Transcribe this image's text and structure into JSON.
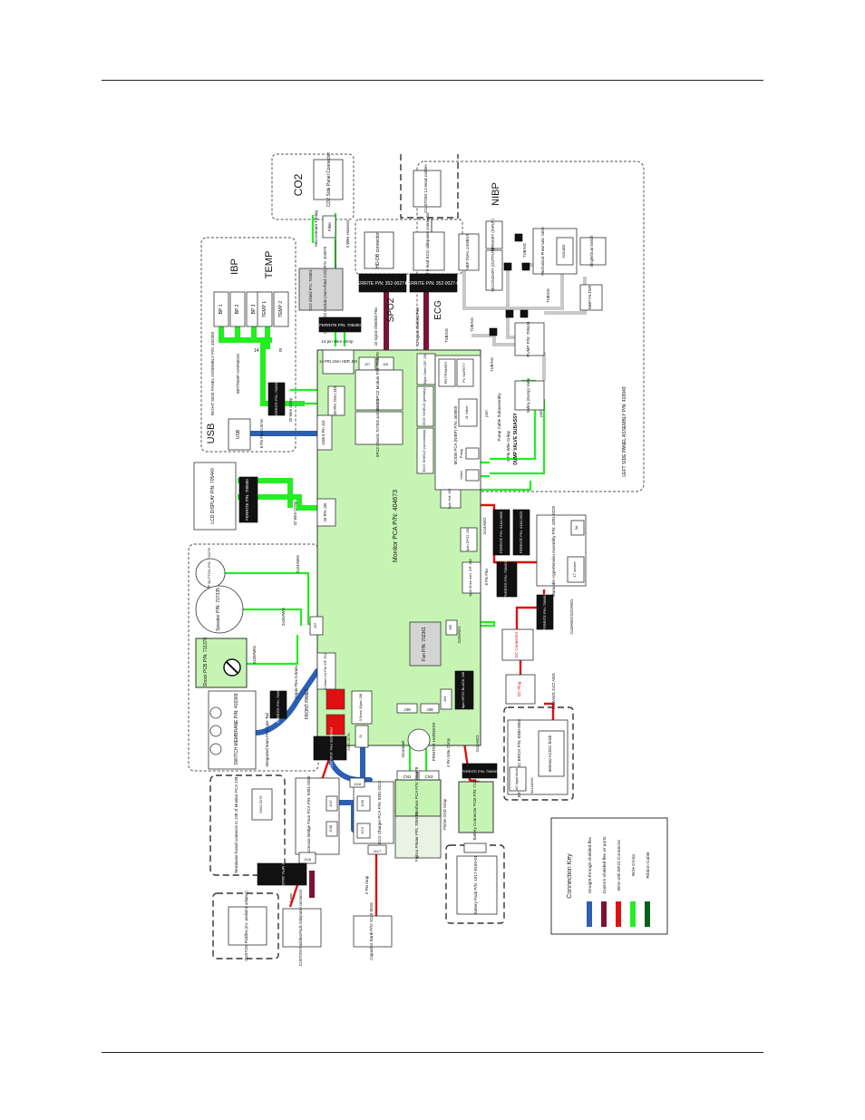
{
  "sections": {
    "co2": "CO2",
    "nibp": "NIBP",
    "ibp": "IBP",
    "temp": "TEMP",
    "usb": "USB",
    "spo2": "SPO2",
    "ecg": "ECG",
    "right_panel": "RIGHT SIDE PANEL ASSEMBLY P/N: 402359",
    "left_panel": "LEFT SIDE PANEL ASSEMBLY P/N: 403949",
    "front_panel": "FRONT PANEL"
  },
  "blocks": {
    "co2_side_panel": "CO2 Side Panel Connector",
    "microstream": "Microstream Tubing",
    "filter": "Filter",
    "oridion": "Oridion CO2 module (mem-fitted CO2) P/N: 403876",
    "co2_shield": "CO2 Shield P/N: 700801",
    "custom_12lead": "CUSTOM 12-lead cables",
    "custom_5lead": "CUSTOM 5-lead ECG sidepanel connector",
    "hd_db": "HD-DB connector",
    "nibp_dual": "NIBP DUAL LUMENS",
    "secondary": "SECONDARY (OUTPUT)",
    "primary": "PRIMARY (INPUT)",
    "mech_valve": "Mechanical Pneumatic Valve",
    "actuator": "Actuator",
    "single_dual": "Single/Dual Switch",
    "nibp_filter": "NIBP FILTER",
    "pump": "PUMP P/N: 709434",
    "safety_valve": "Safety (Dump) Valve",
    "bp1": "BP 1",
    "bp2": "BP 2",
    "bp3": "BP 3",
    "temp1": "TEMP 1",
    "temp2": "TEMP 2",
    "usb_block": "USB",
    "lcd": "LCD DISPLAY P/N: 705440",
    "onoff": "ON/OFF BUTTON P/N: 711076",
    "speaker": "Speaker P/N: 707335",
    "shock_pcb": "Shock PCB P/N: 711379",
    "switch_membrane": "SWITCH MEMBRANE P/N: 402369",
    "monitor_pca": "Monitor PCA P/N: 404673",
    "masimo": "Masimo MX-3 SPO2 Module P/N: 704870",
    "spo2_shields": "SPO2 Shields 707355 and 710002",
    "modb_pca": "MODB PCA (NIBP) P/N: 403859",
    "ecg_shield_p": "ECG SHIELD (primary)",
    "ecg_shield_s": "ECG SHIELD (secondary)",
    "pr_primary": "PR PRIMARY",
    "p1_safety": "P1 SAFETY",
    "fan": "Fan P/N: 702361",
    "marauder": "Marauder Hypertension Assembly P/N: 4301-0225",
    "socket17": "17 socket",
    "socket3a": "3A",
    "dc_connector": "DC Connector",
    "dc_plug": "DC Plug",
    "external_acdc": "EXTERNAL AC/DC BRICK P/N: 8300-0004",
    "internal_acdc": "Internal AC/DC brick",
    "ac_input": "AC input block",
    "processor_bridge": "Processor Bridge Face PCA P/N: 9301-0250",
    "ecg_charger": "ECG Charger PCA P/N: 9301-0212",
    "fujitsu_interface": "Fujitsu Interface PCA P/N: 705878",
    "fujitsu_printer": "Fujitsu Printer P/N: 705875",
    "printer_harness": "PRINTER HARNESS",
    "grommet": "Grommet",
    "battery_connector": "Battery Connector PCB P/N: 712234",
    "battery_pack": "Battery Pack P/N: 1017-0150-01",
    "capacitor_bank": "Capacitor Bank P/N: 9125-0016",
    "custom_paddles_sidepanel": "CUSTOM Paddles/Pads Sidepanel connector",
    "custom_paddles": "CUSTOM Paddles (inc. pediatric adapter)",
    "terminator": "Terminator board connects to J38 of Monitor PCA J38",
    "part_9301": "9301-0276"
  },
  "ferrites": {
    "spo2": "FERRITE P/N: 352-0027-00",
    "ecg": "FERRITE P/N: 352-0027-00",
    "co2": "FERRITE P/N: 708480",
    "ibp": "FERRITE P/N: 709005",
    "lcd": "FERRITE P/N: 700589",
    "bat1": "FERRITE P/N: 0140-0605",
    "bat2": "FERRITE P/N: 0140-0623",
    "dc": "FERRITE P/N: 708491",
    "flex": "FERRITE P/N: 708491",
    "front": "FERRITE P/N: 709006",
    "paddle": "FERRITE MPN: 28A3543R000",
    "bottom": "FERRITE P/N: 708491",
    "front2": "FERRITE P/N: 1040-0019"
  },
  "connectors": {
    "j50": "14-PIN 2mm HDR J50",
    "j33": "30-PIN 2mm J33",
    "j44": "USB 8 Pin J44",
    "j36": "40-PIN J36",
    "j37": "J37",
    "j22": "0.5mm 24 Pin ZIF J22",
    "j38": "0.5mm 30pin J38",
    "j49": "J49",
    "j48": "J48",
    "j34": "J34",
    "j46": "8pin DF22 BLACK J46",
    "j31": "2pin DF22 J31",
    "j48b": "8pin 5mm vert. ZIF J48",
    "j35": "J35",
    "j1": "J1",
    "j105": "J105",
    "j107": "J107",
    "j108": "J108",
    "j109": "J109",
    "j110": "J110",
    "j116": "J116",
    "j117": "J117",
    "j118": "J118",
    "cn1": "CN1",
    "cn3": "CN3",
    "j32": "5pin Hdr J32",
    "j28": "30pin 5mm ZIF J28",
    "j27": "J27",
    "j20": "J20",
    "valve": "Valve",
    "pump_j": "Pump",
    "j1v": "J1 Valve",
    "p1": "P1",
    "p1b": "P1"
  },
  "wire_labels": {
    "w1": "3 Wire Harness",
    "w2": "10 signal shielded Flex",
    "w3": "12 signal shielded Flex",
    "w4": "14 pin Wire crimp",
    "w5": "20 Wire Crimp",
    "w6": "8 Pin Flex 0.5mm",
    "w7": "32 Wire Crimp",
    "w8": "2x24AWG",
    "w9": "2x26AWG",
    "w10": "2x28AWG",
    "w11": "24pin Flex 0.5mm",
    "w12": "Integrated 5mm FFC type Tail",
    "w13": "2x14AWG",
    "w14": "8 Pin Flex",
    "w15": "2x26AWG",
    "w16": "2x18AWG/2x22AWG",
    "w17": "2x18AWG 2x22 AWG",
    "w18": "3x14AWG",
    "w19": "4 Pin Wire Crimp",
    "w20": "Printer GND Strap",
    "w21": "2x14AWG",
    "w22": "2 Pin Amp",
    "w23": "2 wire",
    "w24": "2 Pin Wire Crimp",
    "w25": "Pump Cable Subassembly",
    "w26": "DUMP VALVE SUBASSY",
    "tubing": "TUBING",
    "port": "port",
    "w27": "14",
    "w28": "8",
    "w29": "IBP/TEMP HARNESS",
    "tee": "T"
  },
  "key": {
    "title": "Connection Key",
    "items": [
      {
        "label": "Straight-through shielded flex",
        "color": "#2a5fb4"
      },
      {
        "label": "Custom shielded flex w/ parts",
        "color": "#7a1436"
      },
      {
        "label": "Wire with DF22 Connector",
        "color": "#e01010"
      },
      {
        "label": "Wire Crimp",
        "color": "#22ee22"
      },
      {
        "label": "Ribbon Cable",
        "color": "#0c5e18"
      }
    ]
  }
}
